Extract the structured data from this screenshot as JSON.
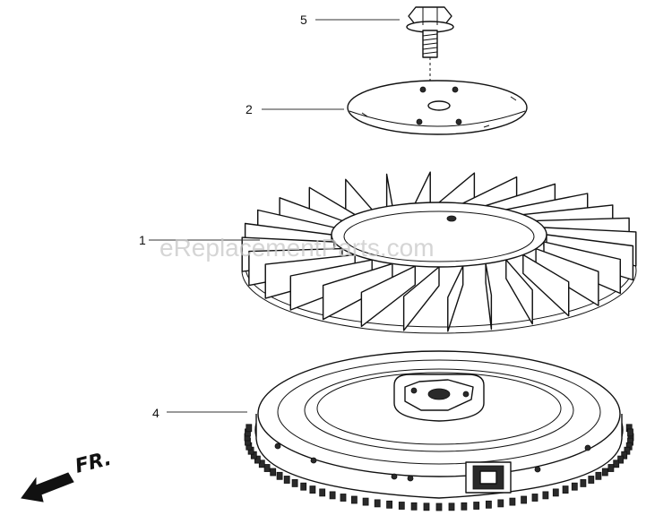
{
  "diagram": {
    "callouts": [
      {
        "id": "5",
        "label": "5"
      },
      {
        "id": "2",
        "label": "2"
      },
      {
        "id": "1",
        "label": "1"
      },
      {
        "id": "4",
        "label": "4"
      }
    ],
    "front_marker": {
      "label": "FR.",
      "icon": "arrow-left-down-icon"
    },
    "watermark": "eReplacementParts.com"
  }
}
